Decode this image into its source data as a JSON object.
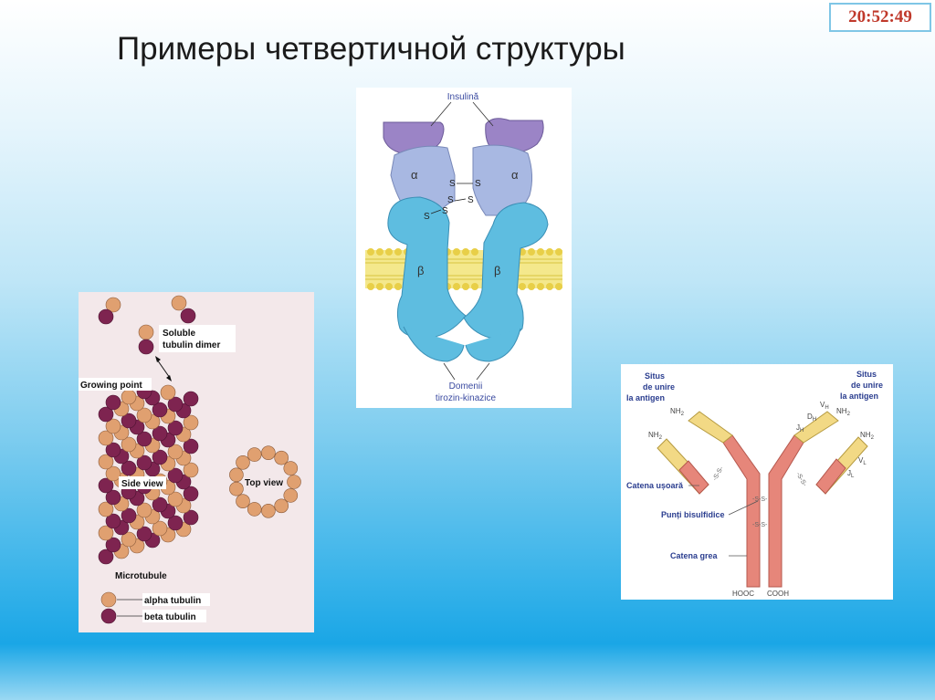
{
  "slide": {
    "title": "Примеры четвертичной структуры",
    "clock": "20:52:49"
  },
  "microtubule": {
    "soluble_line1": "Soluble",
    "soluble_line2": "tubulin dimer",
    "growing_point": "Growing point",
    "side_view": "Side view",
    "top_view": "Top view",
    "microtubule": "Microtubule",
    "alpha": "alpha tubulin",
    "beta": "beta tubulin",
    "colors": {
      "alpha": "#e0a070",
      "beta": "#7e2450",
      "background": "#f3e8ea"
    }
  },
  "insulin_receptor": {
    "insulin": "Insulină",
    "alpha": "α",
    "beta": "β",
    "s": "S",
    "domains_line1": "Domenii",
    "domains_line2": "tirozin-kinazice",
    "colors": {
      "insulin": "#9b84c6",
      "alpha": "#a8b8e2",
      "beta": "#5ebde0",
      "membrane": "#f1e27a"
    }
  },
  "antibody": {
    "situs_left_1": "Situs",
    "situs_left_2": "de unire",
    "situs_left_3": "la antigen",
    "situs_right_1": "Situs",
    "situs_right_2": "de unire",
    "situs_right_3": "la antigen",
    "nh2": "NH",
    "sub2": "2",
    "vh": "V",
    "sub_h": "H",
    "dh": "D",
    "jh": "J",
    "vl": "V",
    "sub_l": "L",
    "jl": "J",
    "light_chain": "Catena ușoară",
    "disulfide": "Punți bisulfidice",
    "ss": "-S-S-",
    "heavy_chain": "Catena grea",
    "hooc": "HOOC",
    "cooh": "COOH",
    "colors": {
      "heavy": "#e6867a",
      "variable": "#f2d985",
      "label": "#2a3d8f"
    }
  }
}
